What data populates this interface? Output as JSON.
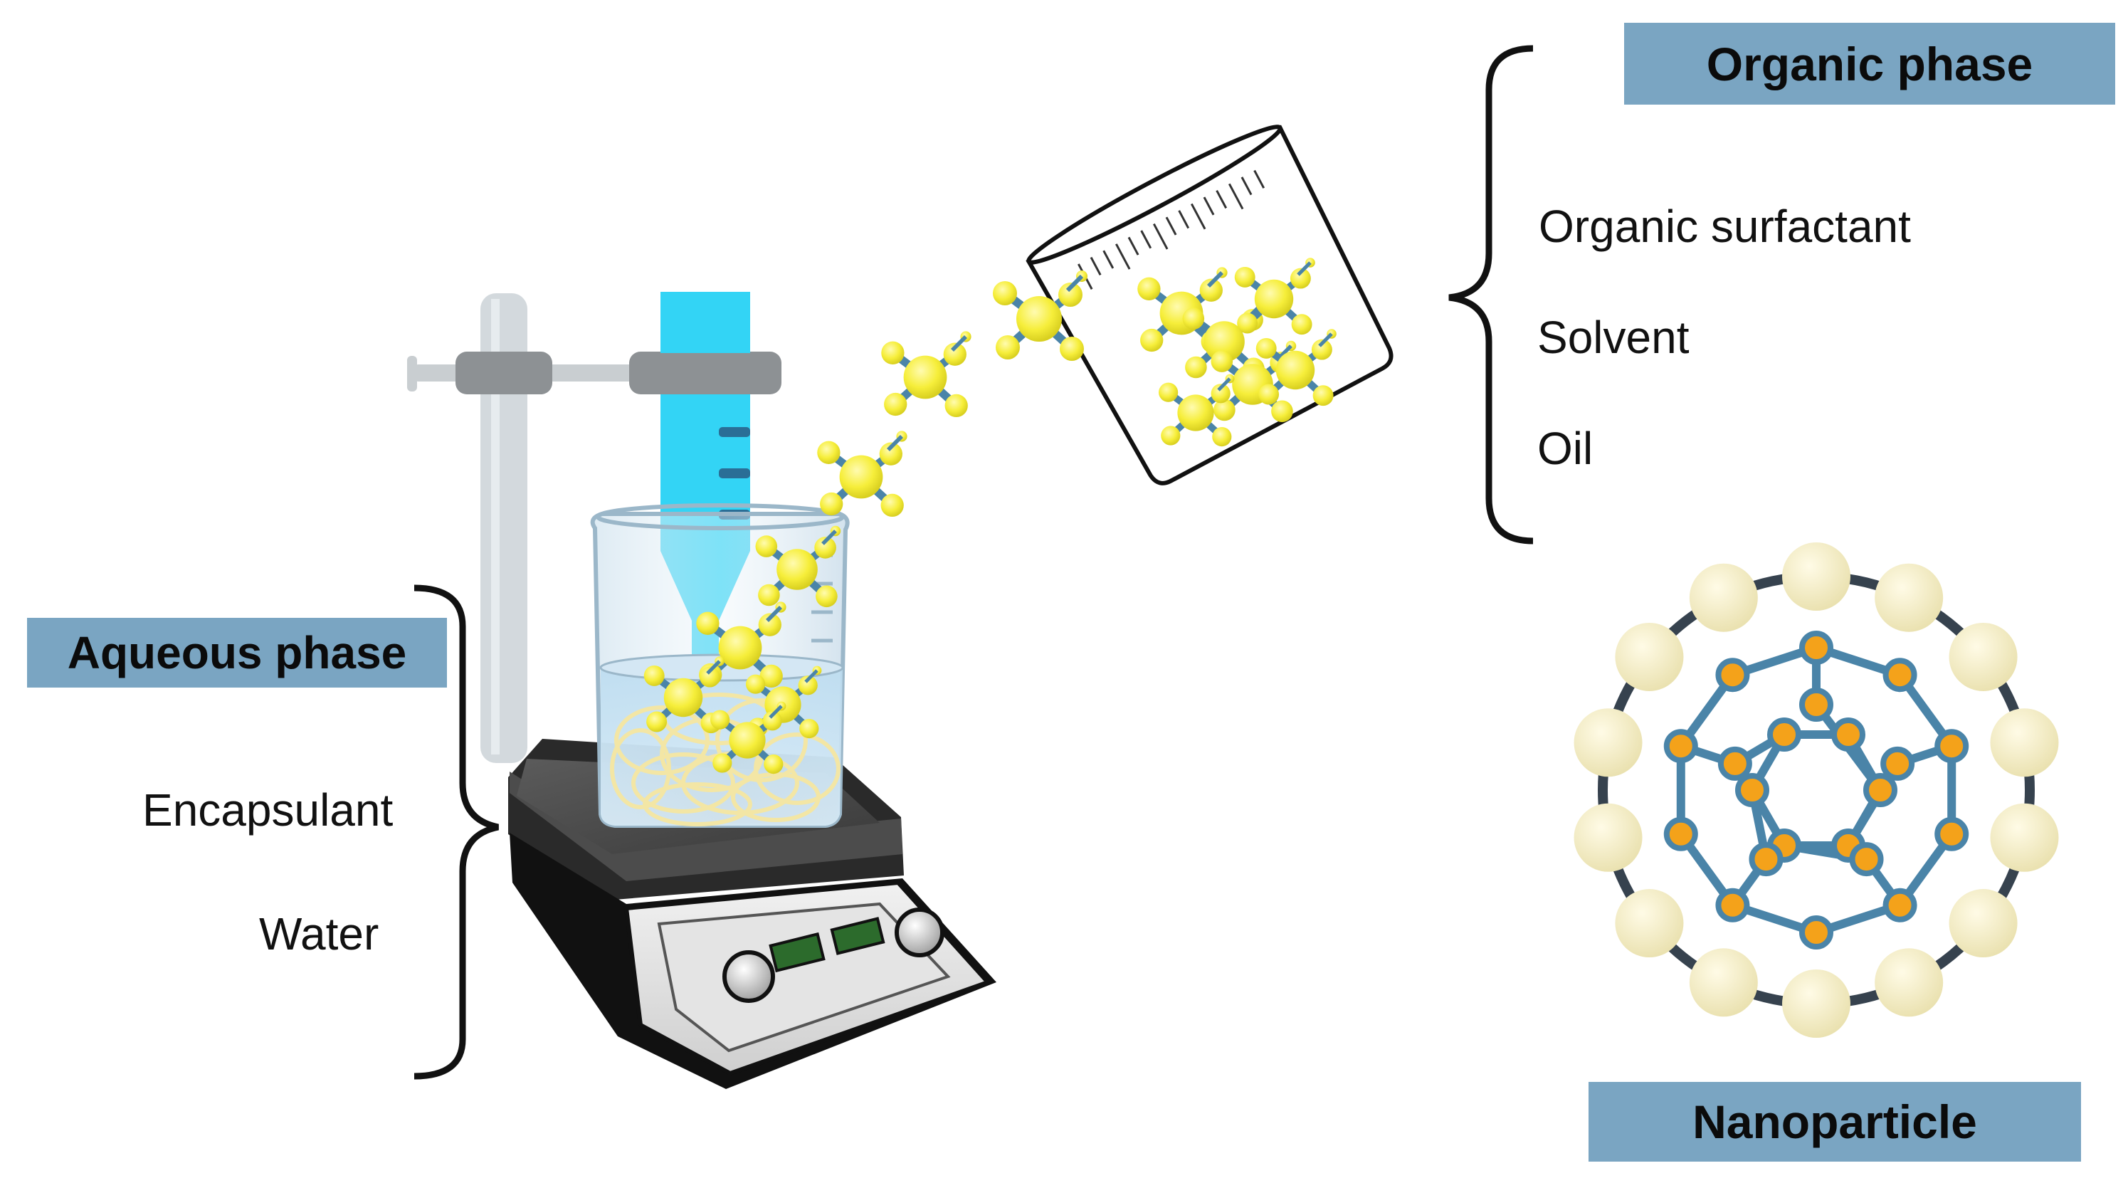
{
  "organic_phase": {
    "title": "Organic phase",
    "items": [
      "Organic surfactant",
      "Solvent",
      "Oil"
    ]
  },
  "aqueous_phase": {
    "title": "Aqueous phase",
    "items": [
      "Encapsulant",
      "Water"
    ]
  },
  "nanoparticle": {
    "title": "Nanoparticle"
  },
  "colors": {
    "header_bg": "#7aa5c2",
    "molecule_yellow": "#f6ee3a",
    "bond_blue": "#4a84a8",
    "column_blue": "#33d4f5",
    "node_orange": "#f4a21a",
    "shell_cream": "#f2ecc2"
  },
  "icons": [
    "ring-stand-icon",
    "burette-icon",
    "beaker-icon",
    "magnetic-stirrer-icon",
    "tilted-beaker-icon",
    "molecule-stream-icon",
    "nanoparticle-icon"
  ]
}
